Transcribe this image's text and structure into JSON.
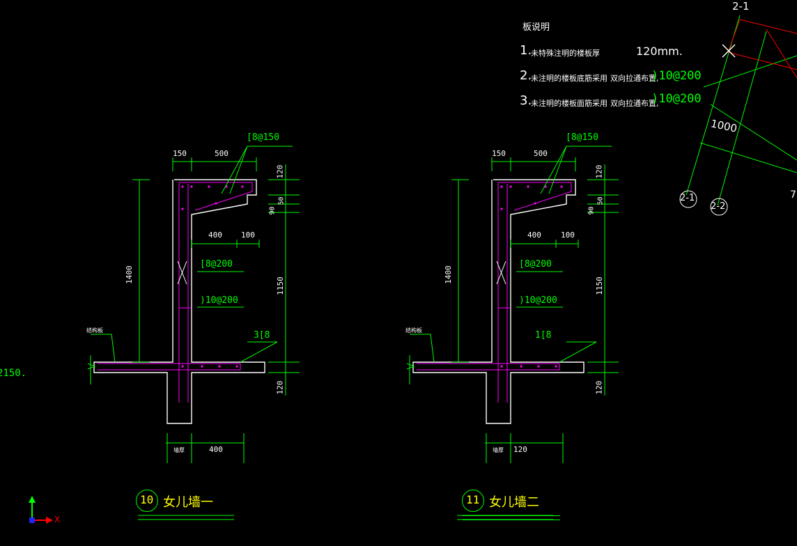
{
  "colors": {
    "background": "#000000",
    "line": "#ffffff",
    "dimension": "#00ff00",
    "rebar": "#ff00ff",
    "accent": "#ff0000",
    "title": "#ffff00"
  },
  "notes": {
    "heading": "板说明",
    "items": [
      {
        "num": "1.",
        "text": "未特殊注明的楼板厚",
        "value": "120mm."
      },
      {
        "num": "2.",
        "text": "未注明的楼板底筋采用",
        "extra": "双向拉通布置,",
        "value": ")10@200"
      },
      {
        "num": "3.",
        "text": "未注明的楼板面筋采用",
        "extra": "双向拉通布置,",
        "value": ")10@200"
      }
    ]
  },
  "grid": {
    "axis_top": "2-1",
    "axis_bottom_a": "2-1",
    "axis_bottom_b": "2-2",
    "spacing": "1000",
    "edge_fragment": "7"
  },
  "left_fragment": "2150.",
  "details": [
    {
      "id": "detail-10",
      "number": "10",
      "title": "女儿墙一",
      "dims": {
        "w150": "150",
        "w500": "500",
        "w400": "400",
        "w100": "100",
        "h1400": "1400",
        "h120_top": "120",
        "h50": "50",
        "h90": "90",
        "h1150": "1150",
        "h120_bottom": "120",
        "bottom_left": "墙厚",
        "bottom_right": "400"
      },
      "rebar": {
        "top": "[8@150",
        "mid": "[8@200",
        "wall": ")10@200",
        "bottom": "3[8"
      },
      "slab_label": "结构板"
    },
    {
      "id": "detail-11",
      "number": "11",
      "title": "女儿墙二",
      "dims": {
        "w150": "150",
        "w500": "500",
        "w400": "400",
        "w100": "100",
        "h1400": "1400",
        "h120_top": "120",
        "h50": "50",
        "h90": "90",
        "h1150": "1150",
        "h120_bottom": "120",
        "bottom_left": "墙厚",
        "bottom_right": "120"
      },
      "rebar": {
        "top": "[8@150",
        "mid": "[8@200",
        "wall": ")10@200",
        "bottom": "1[8"
      },
      "slab_label": "结构板"
    }
  ],
  "ucs": {
    "x": "X",
    "y": "Y"
  }
}
